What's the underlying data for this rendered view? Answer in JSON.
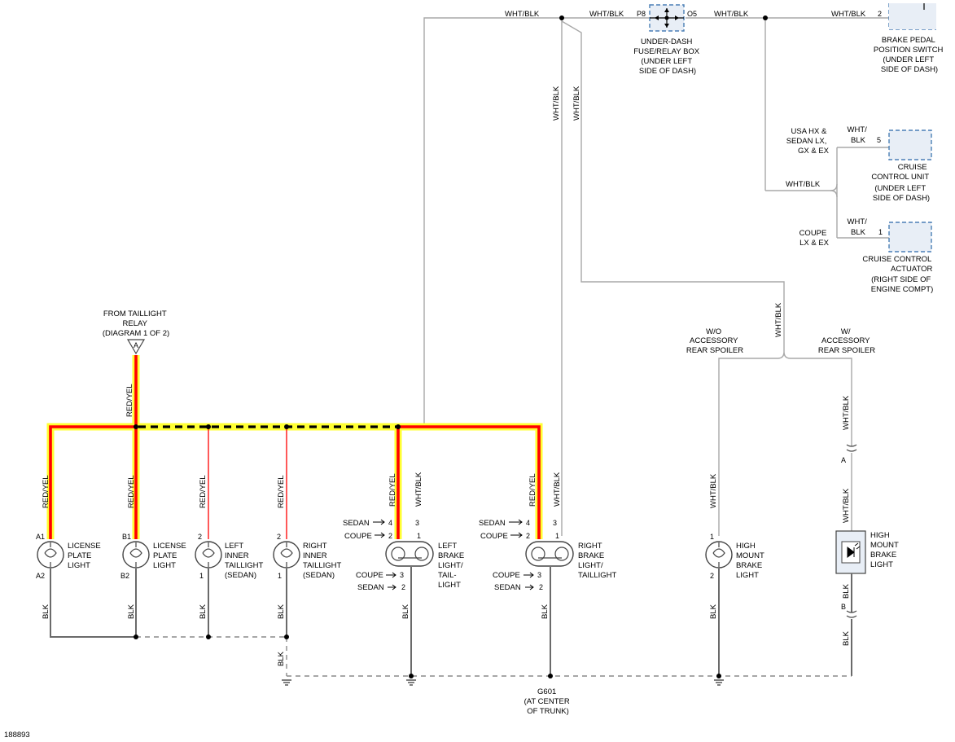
{
  "figure_id": "188893",
  "colors": {
    "highlight_yellow": "#ffff33",
    "highlight_red": "#ff0000",
    "red_wire": "#ff0000",
    "gray_wire": "#a8a8a8",
    "ground_wire": "#6a6a6a",
    "component_blue": "#4a7fb5"
  },
  "top": {
    "wire1": "WHT/BLK",
    "wire2": "WHT/BLK",
    "wire3": "WHT/BLK",
    "wire4": "WHT/BLK",
    "pin_p8": "P8",
    "pin_o5": "O5",
    "pin_2": "2",
    "fuse_box_label": [
      "UNDER-DASH",
      "FUSE/RELAY BOX",
      "(UNDER LEFT",
      "SIDE OF DASH)"
    ],
    "brake_switch_label": [
      "BRAKE PEDAL",
      "POSITION SWITCH",
      "(UNDER LEFT",
      "SIDE OF DASH)"
    ],
    "vert_wire1": "WHT/BLK",
    "vert_wire2": "WHT/BLK"
  },
  "cruise": {
    "variant_usa": [
      "USA HX &",
      "SEDAN LX,",
      "GX & EX"
    ],
    "variant_coupe": [
      "COUPE",
      "LX & EX"
    ],
    "branch_wire": "WHT/BLK",
    "unit_wire": [
      "WHT/",
      "BLK"
    ],
    "unit_pin": "5",
    "unit_label": [
      "CRUISE",
      "CONTROL UNIT",
      "(UNDER LEFT",
      "SIDE OF DASH)"
    ],
    "actuator_wire": [
      "WHT/",
      "BLK"
    ],
    "actuator_pin": "1",
    "actuator_label": [
      "CRUISE CONTROL",
      "ACTUATOR",
      "(RIGHT SIDE OF",
      "ENGINE COMPT)"
    ]
  },
  "spoiler": {
    "wire": "WHT/BLK",
    "wo_label": [
      "W/O",
      "ACCESSORY",
      "REAR SPOILER"
    ],
    "w_label": [
      "W/",
      "ACCESSORY",
      "REAR SPOILER"
    ]
  },
  "relay": {
    "label": [
      "FROM TAILLIGHT",
      "RELAY",
      "(DIAGRAM 1 OF 2)"
    ],
    "connector": "A",
    "wire": "RED/YEL"
  },
  "lights": {
    "lp1": {
      "wire_top": "RED/YEL",
      "pin_top": "A1",
      "pin_bot": "A2",
      "label": [
        "LICENSE",
        "PLATE",
        "LIGHT"
      ],
      "wire_bot": "BLK"
    },
    "lp2": {
      "wire_top": "RED/YEL",
      "pin_top": "B1",
      "pin_bot": "B2",
      "label": [
        "LICENSE",
        "PLATE",
        "LIGHT"
      ],
      "wire_bot": "BLK"
    },
    "lit": {
      "wire_top": "RED/YEL",
      "pin_top": "2",
      "pin_bot": "1",
      "label": [
        "LEFT",
        "INNER",
        "TAILLIGHT",
        "(SEDAN)"
      ],
      "wire_bot": "BLK"
    },
    "rit": {
      "wire_top": "RED/YEL",
      "pin_top": "2",
      "pin_bot": "1",
      "label": [
        "RIGHT",
        "INNER",
        "TAILLIGHT",
        "(SEDAN)"
      ],
      "wire_bot": "BLK"
    },
    "lbl": {
      "wire_top": "RED/YEL",
      "wire_top2": "WHT/BLK",
      "sedan": "SEDAN",
      "coupe": "COUPE",
      "pin_s4": "4",
      "pin_c2": "2",
      "pin_3": "3",
      "pin_1": "1",
      "coupe_b": "COUPE",
      "sedan_b": "SEDAN",
      "pin_b3": "3",
      "pin_b2": "2",
      "label": [
        "LEFT",
        "BRAKE",
        "LIGHT/",
        "TAIL-",
        "LIGHT"
      ],
      "wire_bot": "BLK"
    },
    "rbl": {
      "wire_top": "RED/YEL",
      "wire_top2": "WHT/BLK",
      "sedan": "SEDAN",
      "coupe": "COUPE",
      "pin_s4": "4",
      "pin_c2": "2",
      "pin_3": "3",
      "pin_1": "1",
      "coupe_b": "COUPE",
      "sedan_b": "SEDAN",
      "pin_b3": "3",
      "pin_b2": "2",
      "label": [
        "RIGHT",
        "BRAKE",
        "LIGHT/",
        "TAILLIGHT"
      ],
      "wire_bot": "BLK"
    },
    "hm1": {
      "wire_top": "WHT/BLK",
      "pin_top": "1",
      "pin_bot": "2",
      "label": [
        "HIGH",
        "MOUNT",
        "BRAKE",
        "LIGHT"
      ],
      "wire_bot": "BLK"
    },
    "hm2": {
      "wire_top": "WHT/BLK",
      "wire_mid": "WHT/BLK",
      "conn_a": "A",
      "conn_b": "B",
      "label": [
        "HIGH",
        "MOUNT",
        "BRAKE",
        "LIGHT"
      ],
      "wire_b1": "BLK",
      "wire_b2": "BLK"
    }
  },
  "ground": {
    "wire_left": "BLK",
    "label": [
      "G601",
      "(AT CENTER",
      "OF TRUNK)"
    ]
  }
}
